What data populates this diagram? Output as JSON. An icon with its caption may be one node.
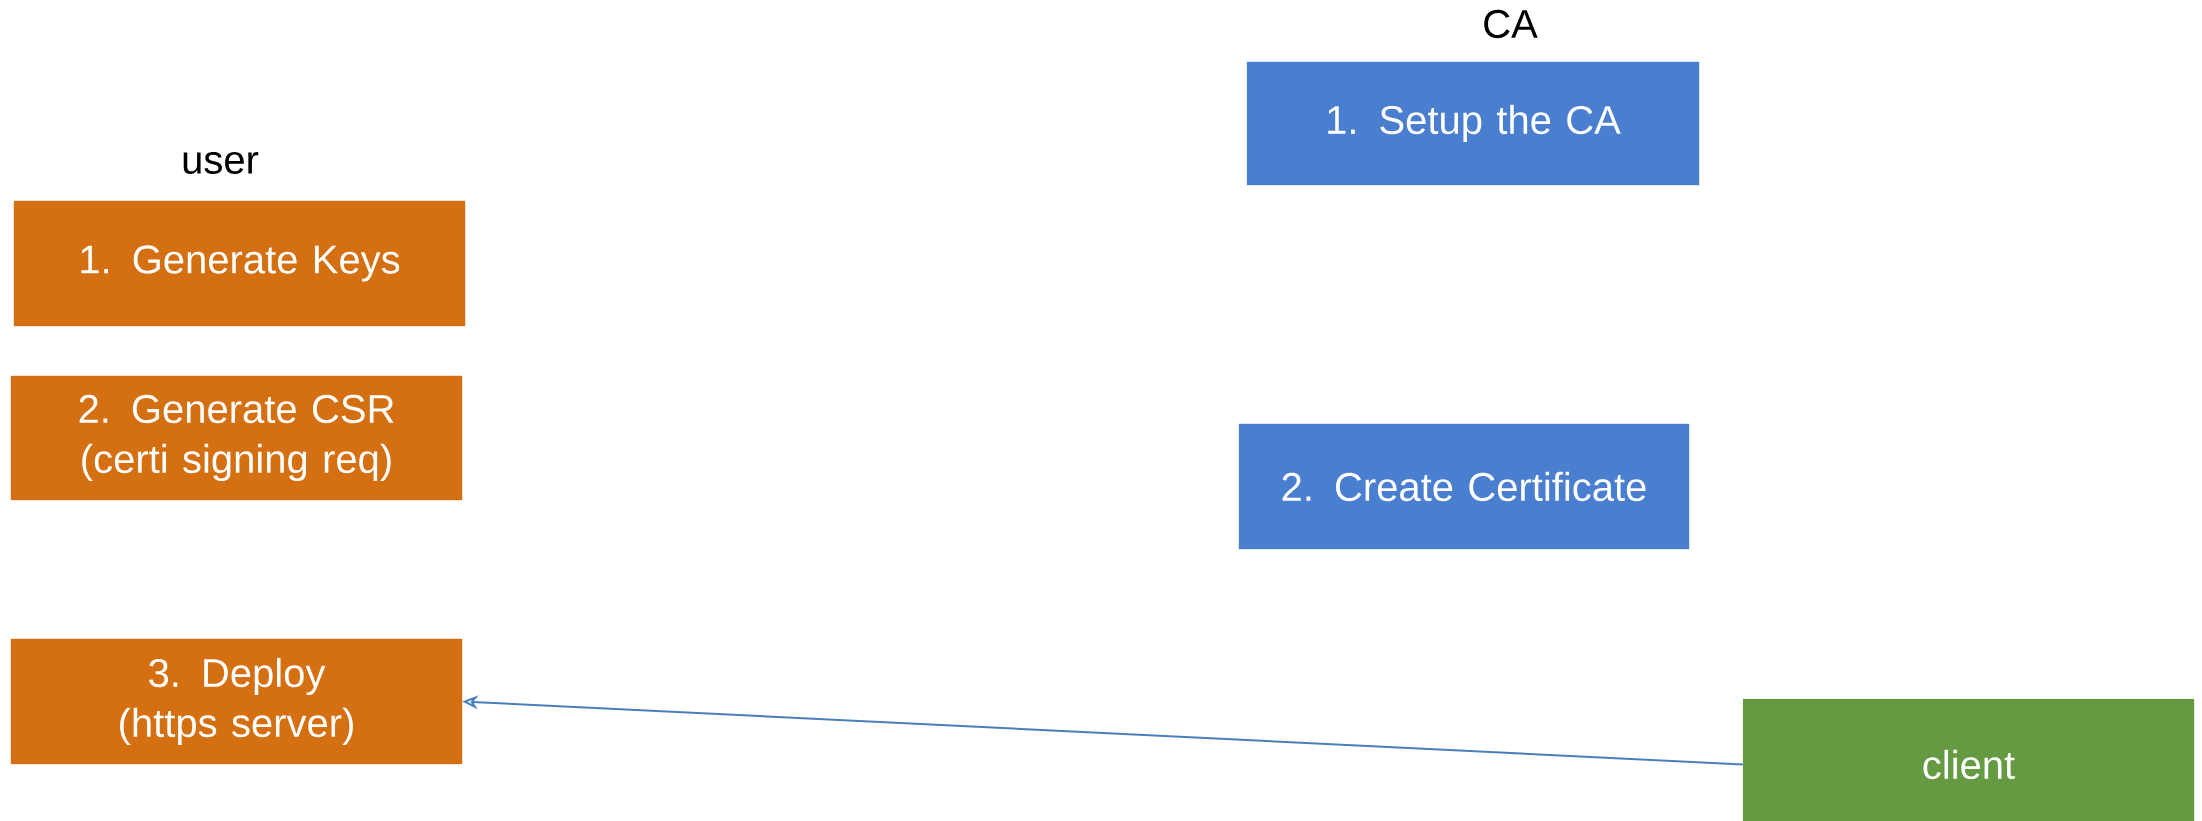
{
  "diagram": {
    "nodes": [
      {
        "text": [
          "1. Setup the CA"
        ]
      },
      {
        "text": [
          "1. Generate Keys"
        ]
      },
      {
        "text": [
          "2. Generate CSR (certi signing req)"
        ]
      },
      {
        "text": [
          "2. Create Certificate"
        ]
      },
      {
        "text": [
          "3. Deploy (https server)"
        ]
      },
      {
        "text": [
          "client"
        ]
      }
    ],
    "edges": [
      {
        "from": 5,
        "to": 4,
        "arrow": "to",
        "color": "#4a7ebb"
      }
    ],
    "labels": [
      "CA",
      "user"
    ]
  }
}
